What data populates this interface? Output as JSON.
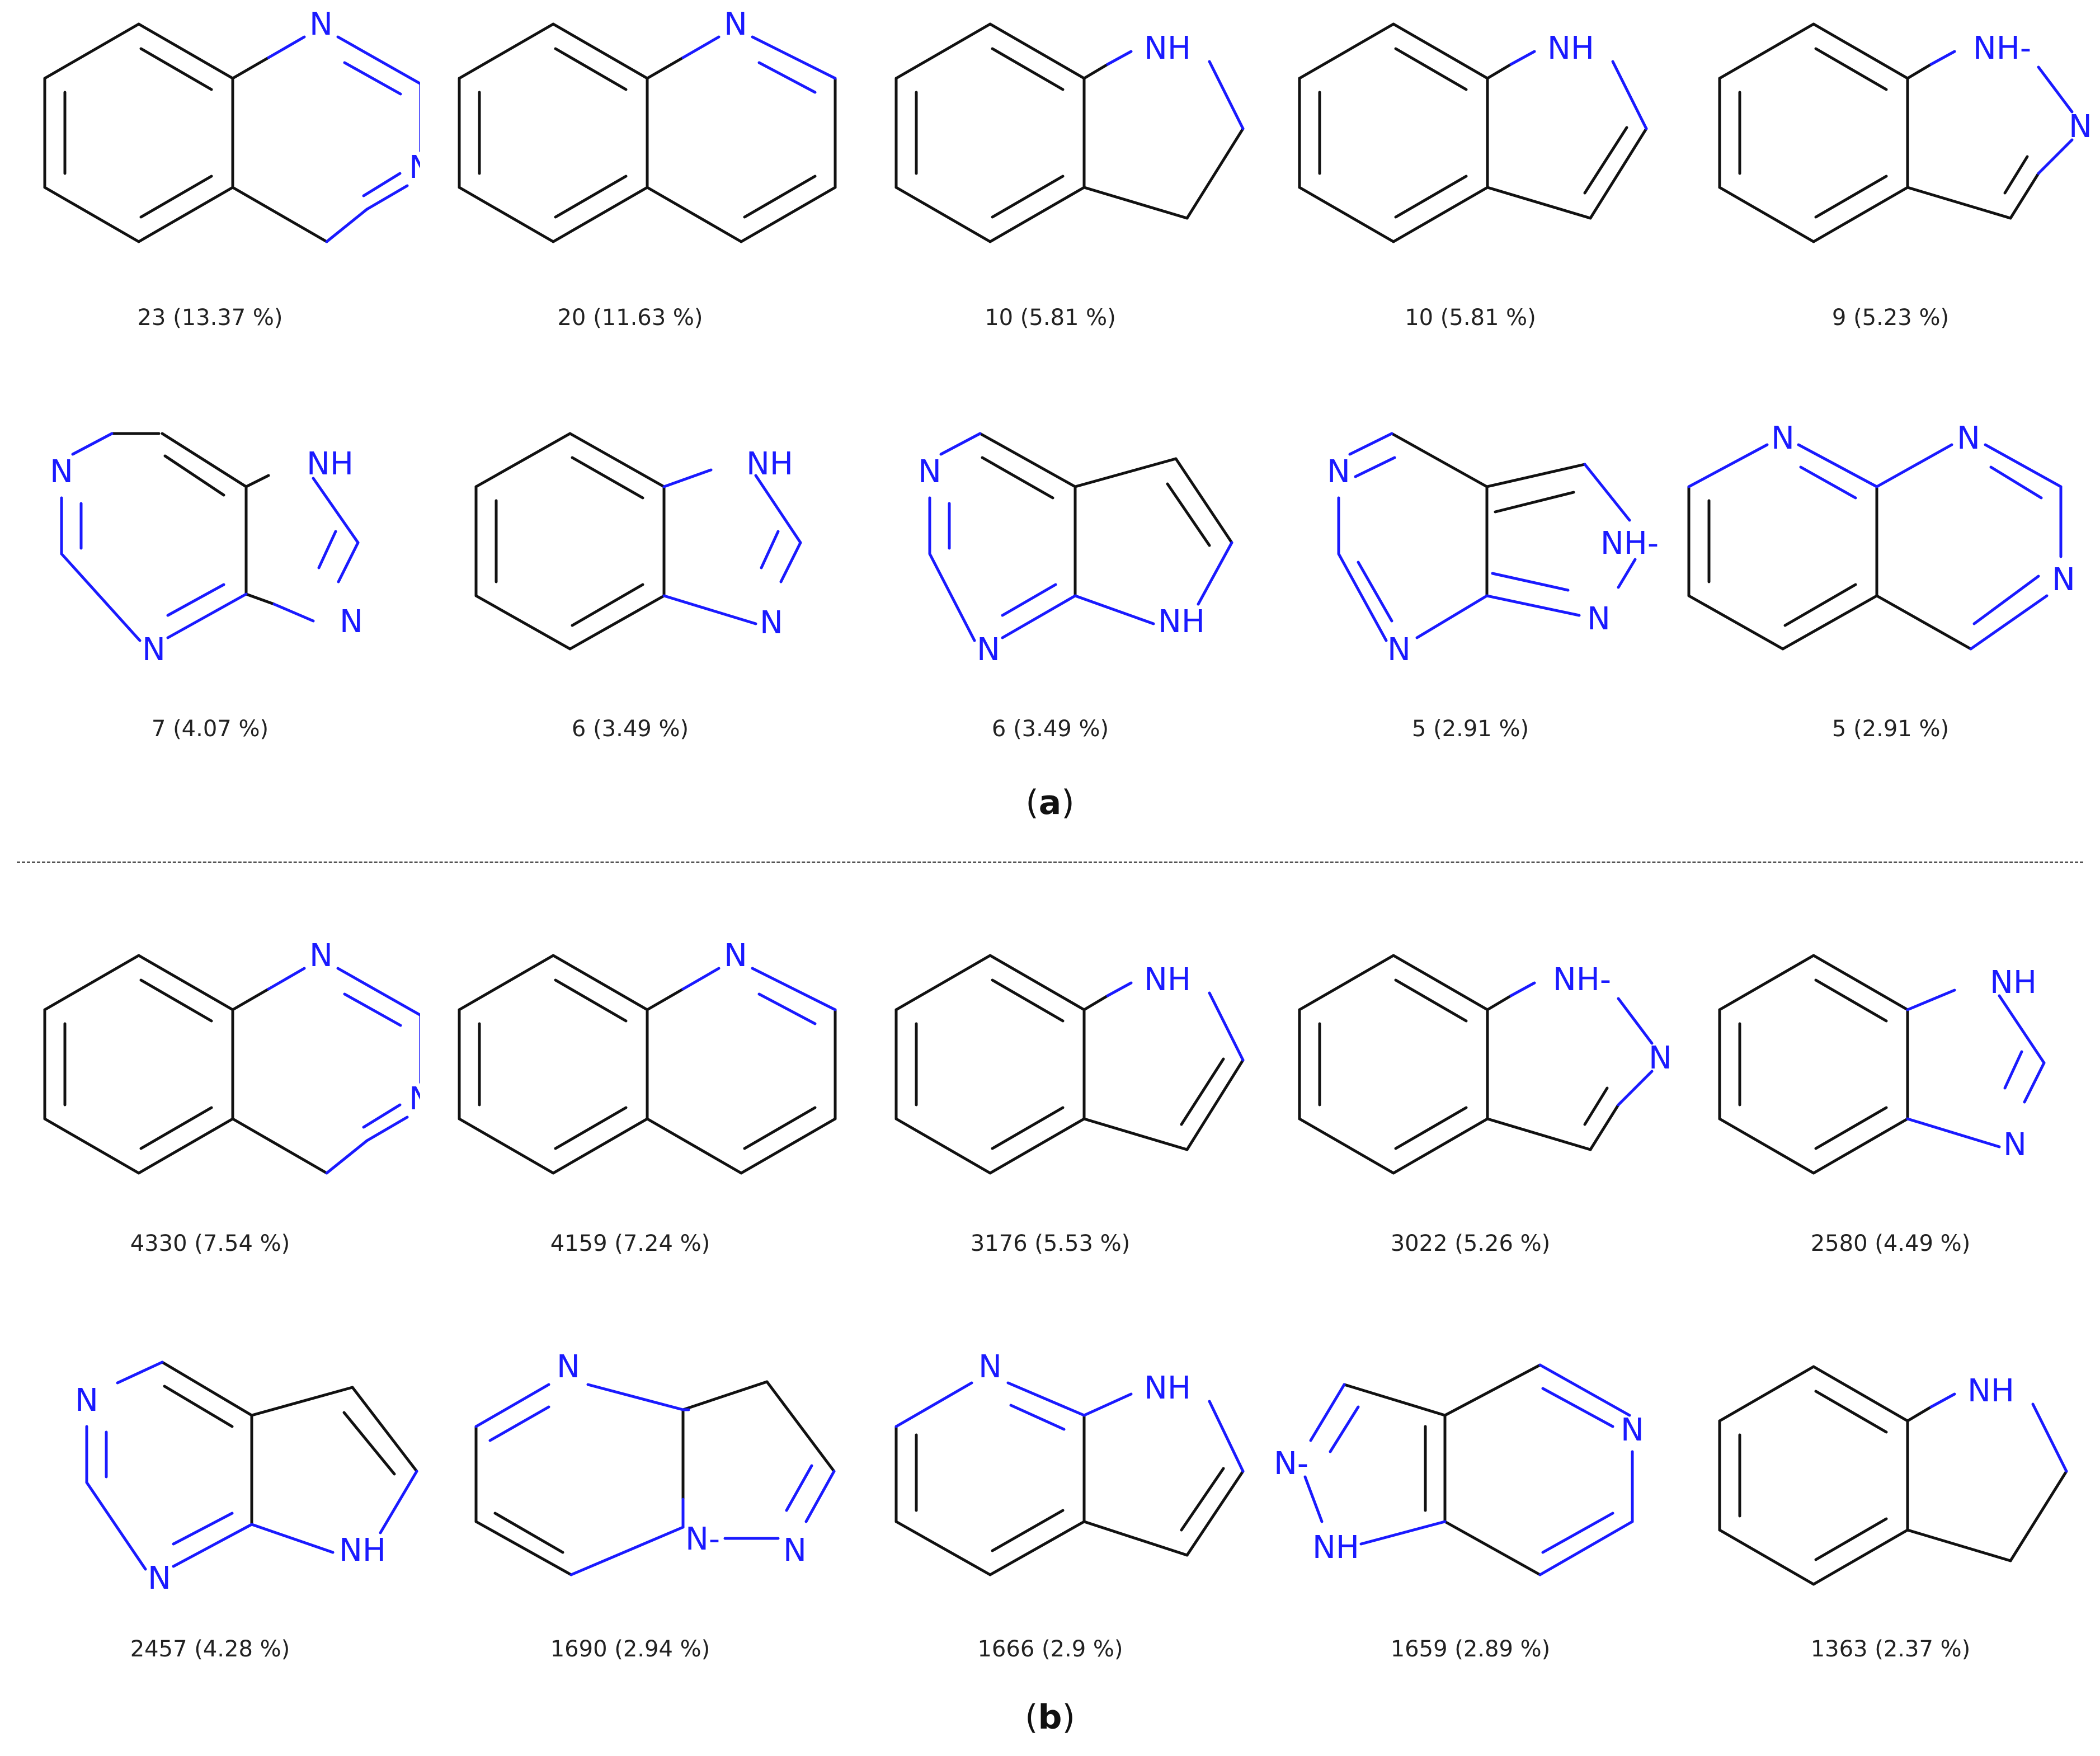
{
  "colors": {
    "bond": "#111111",
    "heteroatom": "#1a1aff"
  },
  "panels": [
    {
      "label": "a",
      "items": [
        {
          "caption": "23 (13.37 %)",
          "structure": "quinazoline"
        },
        {
          "caption": "20 (11.63 %)",
          "structure": "quinoline"
        },
        {
          "caption": "10 (5.81 %)",
          "structure": "indoline"
        },
        {
          "caption": "10 (5.81 %)",
          "structure": "indole"
        },
        {
          "caption": "9 (5.23 %)",
          "structure": "indazole"
        },
        {
          "caption": "7 (4.07 %)",
          "structure": "purine"
        },
        {
          "caption": "6 (3.49 %)",
          "structure": "benzimidazole"
        },
        {
          "caption": "6 (3.49 %)",
          "structure": "pyrrolopyrimidine"
        },
        {
          "caption": "5 (2.91 %)",
          "structure": "pyrazolopyrimidine"
        },
        {
          "caption": "5 (2.91 %)",
          "structure": "pyridopyrimidine"
        }
      ]
    },
    {
      "label": "b",
      "items": [
        {
          "caption": "4330 (7.54 %)",
          "structure": "quinazoline"
        },
        {
          "caption": "4159 (7.24 %)",
          "structure": "quinoline"
        },
        {
          "caption": "3176 (5.53 %)",
          "structure": "indole"
        },
        {
          "caption": "3022 (5.26 %)",
          "structure": "indazole"
        },
        {
          "caption": "2580 (4.49 %)",
          "structure": "benzimidazole"
        },
        {
          "caption": "2457 (4.28 %)",
          "structure": "pyrrolopyrimidine"
        },
        {
          "caption": "1690 (2.94 %)",
          "structure": "pyrazolopyrimidine-bridgehead"
        },
        {
          "caption": "1666 (2.9 %)",
          "structure": "azaindole"
        },
        {
          "caption": "1659 (2.89 %)",
          "structure": "pyrazolopyridine"
        },
        {
          "caption": "1363 (2.37 %)",
          "structure": "indoline"
        }
      ]
    }
  ],
  "atom_labels": {
    "N": "N",
    "NH": "NH",
    "N_minus": "N-",
    "NH_minus": "NH-"
  }
}
